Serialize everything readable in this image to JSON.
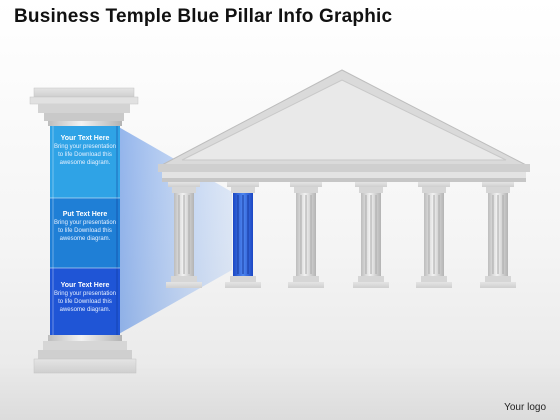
{
  "title": "Business Temple Blue Pillar Info Graphic",
  "logo": "Your logo",
  "pillar_panels": [
    {
      "heading": "Your Text Here",
      "body": "Bring your presentation to life Download this awesome diagram."
    },
    {
      "heading": "Put Text Here",
      "body": "Bring your presentation to life Download this awesome diagram."
    },
    {
      "heading": "Your Text Here",
      "body": "Bring your presentation to life Download this awesome diagram."
    }
  ],
  "colors": {
    "accent_blue": "#2a66d9",
    "panel_light": "#2fa3e6",
    "panel_mid": "#1f7fd6",
    "panel_dark": "#1f55d6",
    "stone": "#d2d2d2"
  },
  "highlighted_temple_column": 2
}
